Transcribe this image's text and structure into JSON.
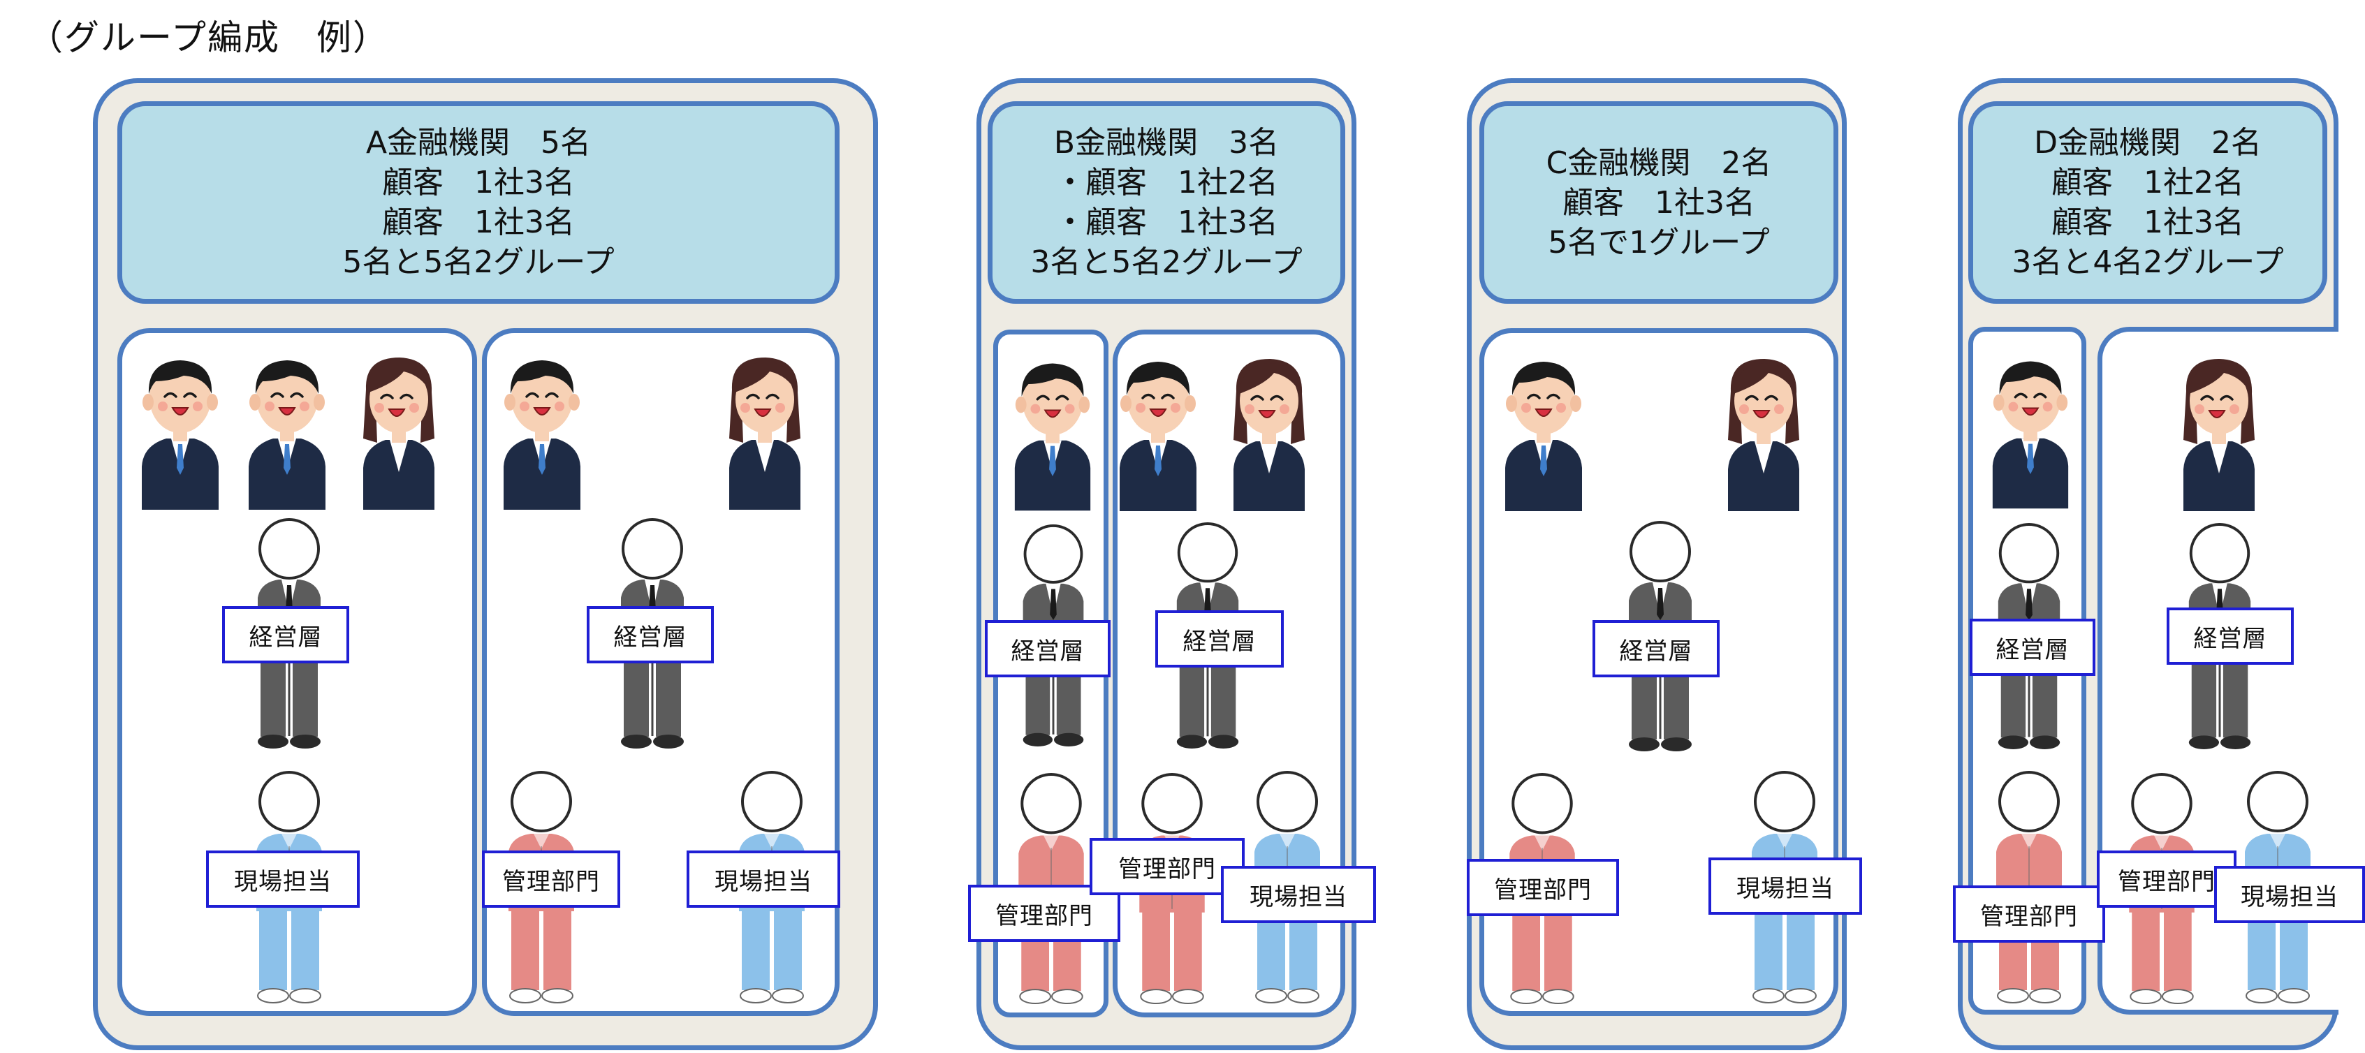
{
  "title": "（グループ編成　例）",
  "role_labels": {
    "executive": "経営層",
    "management": "管理部門",
    "field": "現場担当"
  },
  "panels": [
    {
      "name": "a",
      "header": [
        "A金融機関　5名",
        "顧客　1社3名",
        "顧客　1社3名",
        "5名と5名2グループ"
      ]
    },
    {
      "name": "b",
      "header": [
        "B金融機関　3名",
        "・顧客　1社2名",
        "・顧客　1社3名",
        "3名と5名2グループ"
      ]
    },
    {
      "name": "c",
      "header": [
        "C金融機関　2名",
        "顧客　1社3名",
        "5名で1グループ"
      ]
    },
    {
      "name": "d",
      "header": [
        "D金融機関　2名",
        "顧客　1社2名",
        "顧客　1社3名",
        "3名と4名2グループ"
      ]
    }
  ],
  "colors": {
    "panel_border": "#4c7cc1",
    "panel_fill": "#eeebe3",
    "header_fill": "#b7dde8",
    "label_border": "#1f1fd4",
    "suit": "#1e2b45",
    "gray_suit": "#5c5c5c",
    "management_uniform": "#e58a86",
    "field_uniform": "#8cc1ea"
  },
  "icons": {
    "staff_male": "banker-man-icon",
    "staff_female": "banker-woman-icon",
    "executive": "executive-person-icon",
    "management": "management-worker-icon",
    "field": "field-worker-icon"
  }
}
